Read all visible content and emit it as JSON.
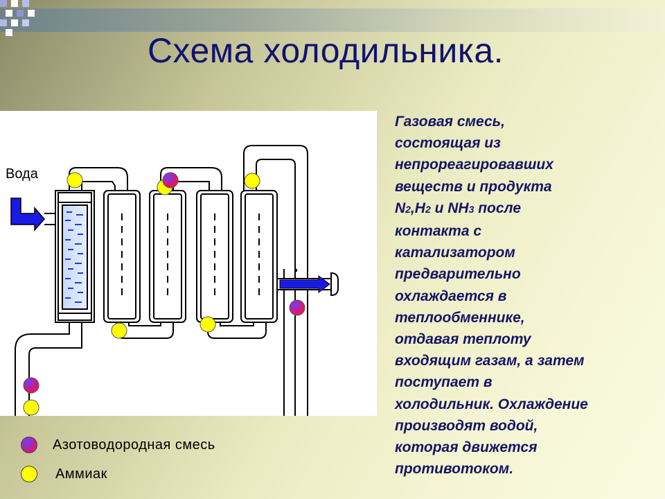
{
  "title": "Схема холодильника.",
  "diagram": {
    "water_label": "Вода"
  },
  "legend": {
    "nitrogen_hydrogen": {
      "label": "Азотоводородная смесь",
      "colors": [
        "#2030e0",
        "#ff1050"
      ]
    },
    "ammonia": {
      "label": "Аммиак",
      "color": "#ffff00"
    }
  },
  "description": {
    "line1": "Газовая смесь,",
    "line2": "состоящая из",
    "line3": "непрореагировавших",
    "line4": "веществ и продукта",
    "line5_n": "N",
    "line5_n_sub": "2",
    "line5_h": ",H",
    "line5_h_sub": "2",
    "line5_rest": " и NH",
    "line5_nh_sub": "3",
    "line5_end": " после",
    "line6": "контакта с",
    "line7": "катализатором",
    "line8": "предварительно",
    "line9": "охлаждается в",
    "line10": "теплообменнике,",
    "line11": "отдавая теплоту",
    "line12": "входящим газам, а затем",
    "line13": "поступает в",
    "line14": "холодильник. Охлаждение",
    "line15": "производят водой,",
    "line16": "которая движется",
    "line17": "противотоком."
  },
  "colors": {
    "title": "#12126e",
    "description": "#151565",
    "arrow": "#1a1ae6"
  }
}
